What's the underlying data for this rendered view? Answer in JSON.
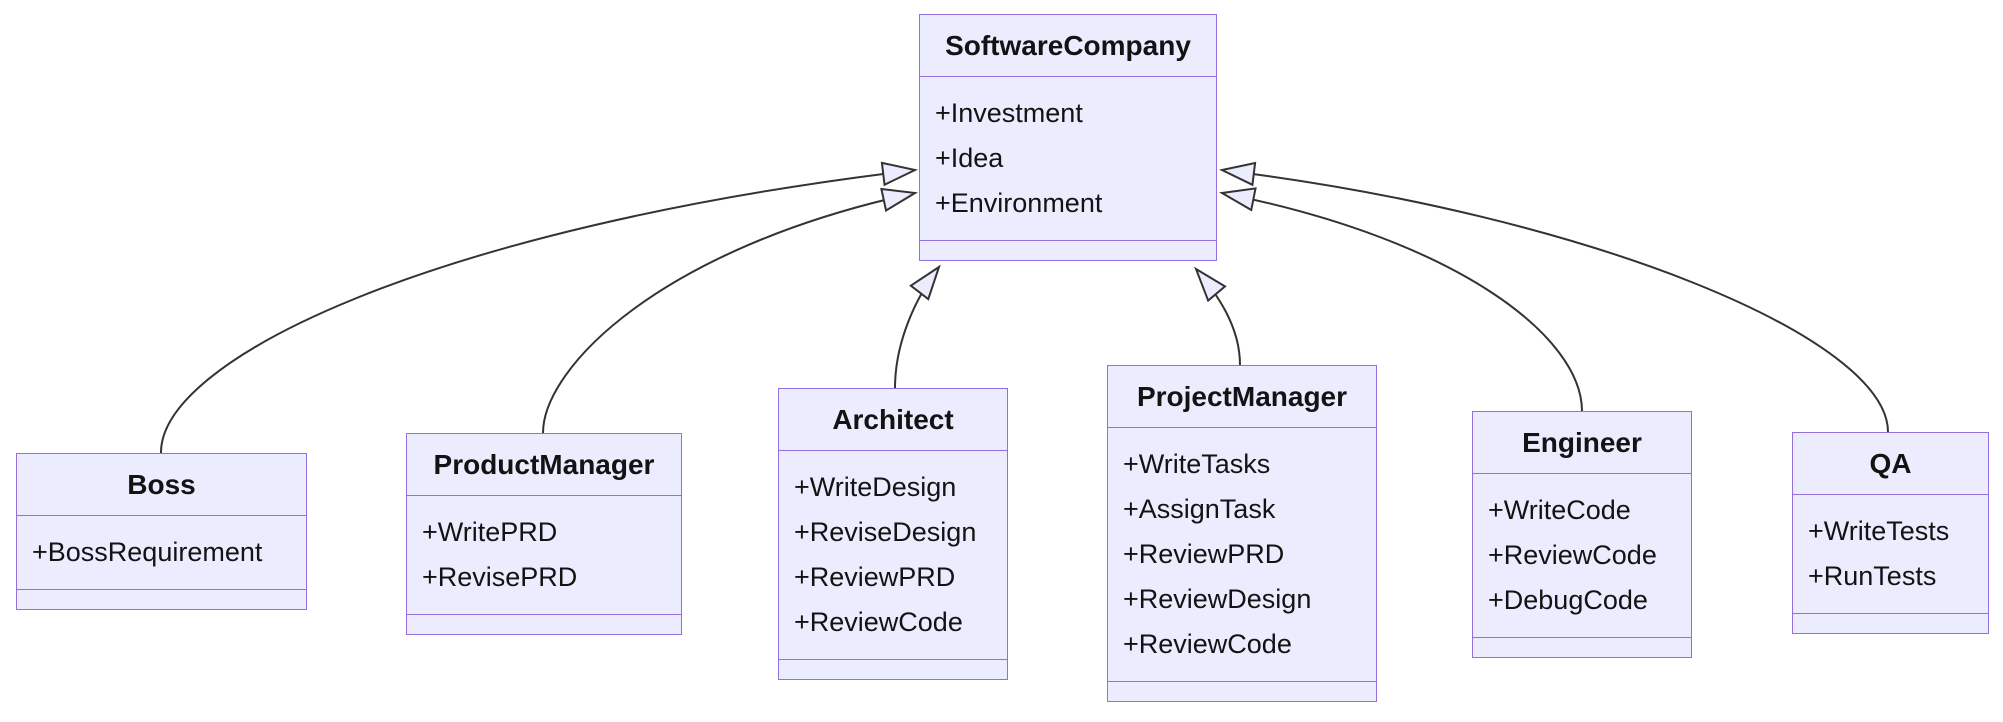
{
  "diagram": {
    "kind": "uml-class-diagram",
    "colors": {
      "box_fill": "#ECECFF",
      "box_border": "#9370DB",
      "edge_stroke": "#333333",
      "text": "#131313"
    },
    "classes": [
      {
        "name": "SoftwareCompany",
        "members": [
          "+Investment",
          "+Idea",
          "+Environment"
        ]
      },
      {
        "name": "Boss",
        "members": [
          "+BossRequirement"
        ]
      },
      {
        "name": "ProductManager",
        "members": [
          "+WritePRD",
          "+RevisePRD"
        ]
      },
      {
        "name": "Architect",
        "members": [
          "+WriteDesign",
          "+ReviseDesign",
          "+ReviewPRD",
          "+ReviewCode"
        ]
      },
      {
        "name": "ProjectManager",
        "members": [
          "+WriteTasks",
          "+AssignTask",
          "+ReviewPRD",
          "+ReviewDesign",
          "+ReviewCode"
        ]
      },
      {
        "name": "Engineer",
        "members": [
          "+WriteCode",
          "+ReviewCode",
          "+DebugCode"
        ]
      },
      {
        "name": "QA",
        "members": [
          "+WriteTests",
          "+RunTests"
        ]
      }
    ],
    "relationships": [
      {
        "from": "Boss",
        "to": "SoftwareCompany",
        "type": "inheritance"
      },
      {
        "from": "ProductManager",
        "to": "SoftwareCompany",
        "type": "inheritance"
      },
      {
        "from": "Architect",
        "to": "SoftwareCompany",
        "type": "inheritance"
      },
      {
        "from": "ProjectManager",
        "to": "SoftwareCompany",
        "type": "inheritance"
      },
      {
        "from": "Engineer",
        "to": "SoftwareCompany",
        "type": "inheritance"
      },
      {
        "from": "QA",
        "to": "SoftwareCompany",
        "type": "inheritance"
      }
    ]
  }
}
